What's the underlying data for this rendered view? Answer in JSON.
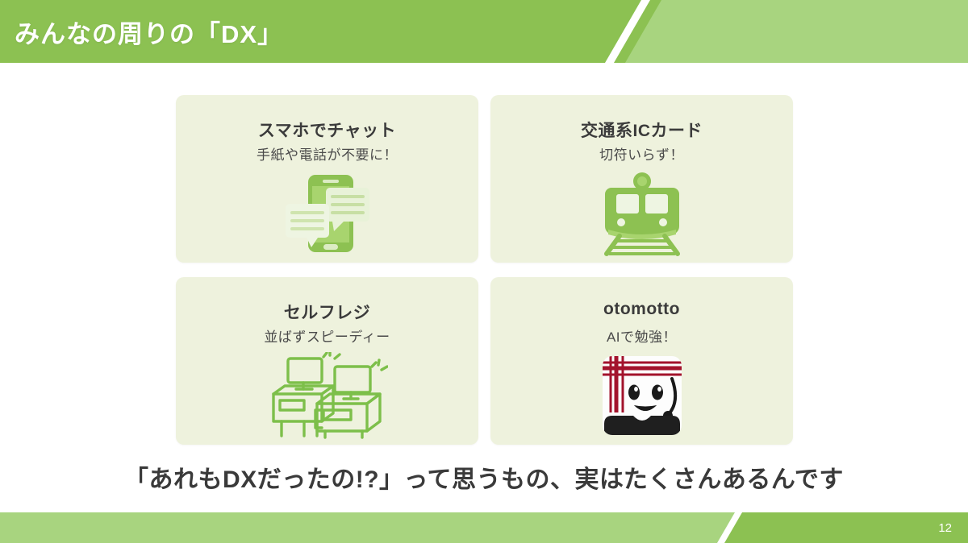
{
  "slide": {
    "title": "みんなの周りの「DX」",
    "caption": "「あれもDXだったの!?」って思うもの、実はたくさんあるんです",
    "page_number": "12",
    "colors": {
      "header_dark_green": "#8cc152",
      "header_light_green": "#a8d47f",
      "card_background": "#eef2dd",
      "title_text": "#ffffff",
      "body_text": "#3b3b3b",
      "icon_green": "#8dc152",
      "logo_stripe_red": "#a3132c"
    }
  },
  "cards": [
    {
      "title": "スマホでチャット",
      "subtitle": "手紙や電話が不要に！",
      "icon": "smartphone-chat-icon"
    },
    {
      "title": "交通系ICカード",
      "subtitle": "切符いらず！",
      "icon": "train-icon"
    },
    {
      "title": "セルフレジ",
      "subtitle": "並ばずスピーディー",
      "icon": "self-checkout-kiosk-icon"
    },
    {
      "title": "otomotto",
      "subtitle": "AIで勉強！",
      "icon": "otomotto-logo-icon"
    }
  ]
}
